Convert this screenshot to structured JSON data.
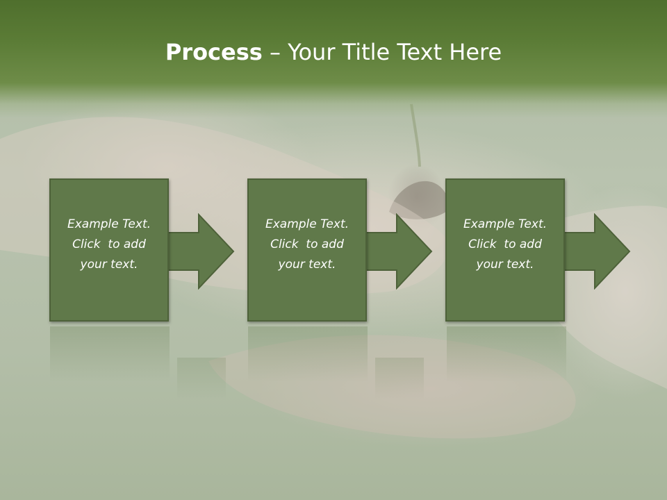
{
  "slide": {
    "title_bold": "Process",
    "title_rest": " – Your Title Text Here"
  },
  "steps": [
    {
      "line1": "Example Text.",
      "line2": "Click  to add",
      "line3": "your text."
    },
    {
      "line1": "Example Text.",
      "line2": "Click  to add",
      "line3": "your text."
    },
    {
      "line1": "Example Text.",
      "line2": "Click  to add",
      "line3": "your text."
    }
  ],
  "colors": {
    "header": "#5b7c36",
    "box_fill": "#60794a",
    "box_border": "#4d6139",
    "text": "#ffffff"
  }
}
